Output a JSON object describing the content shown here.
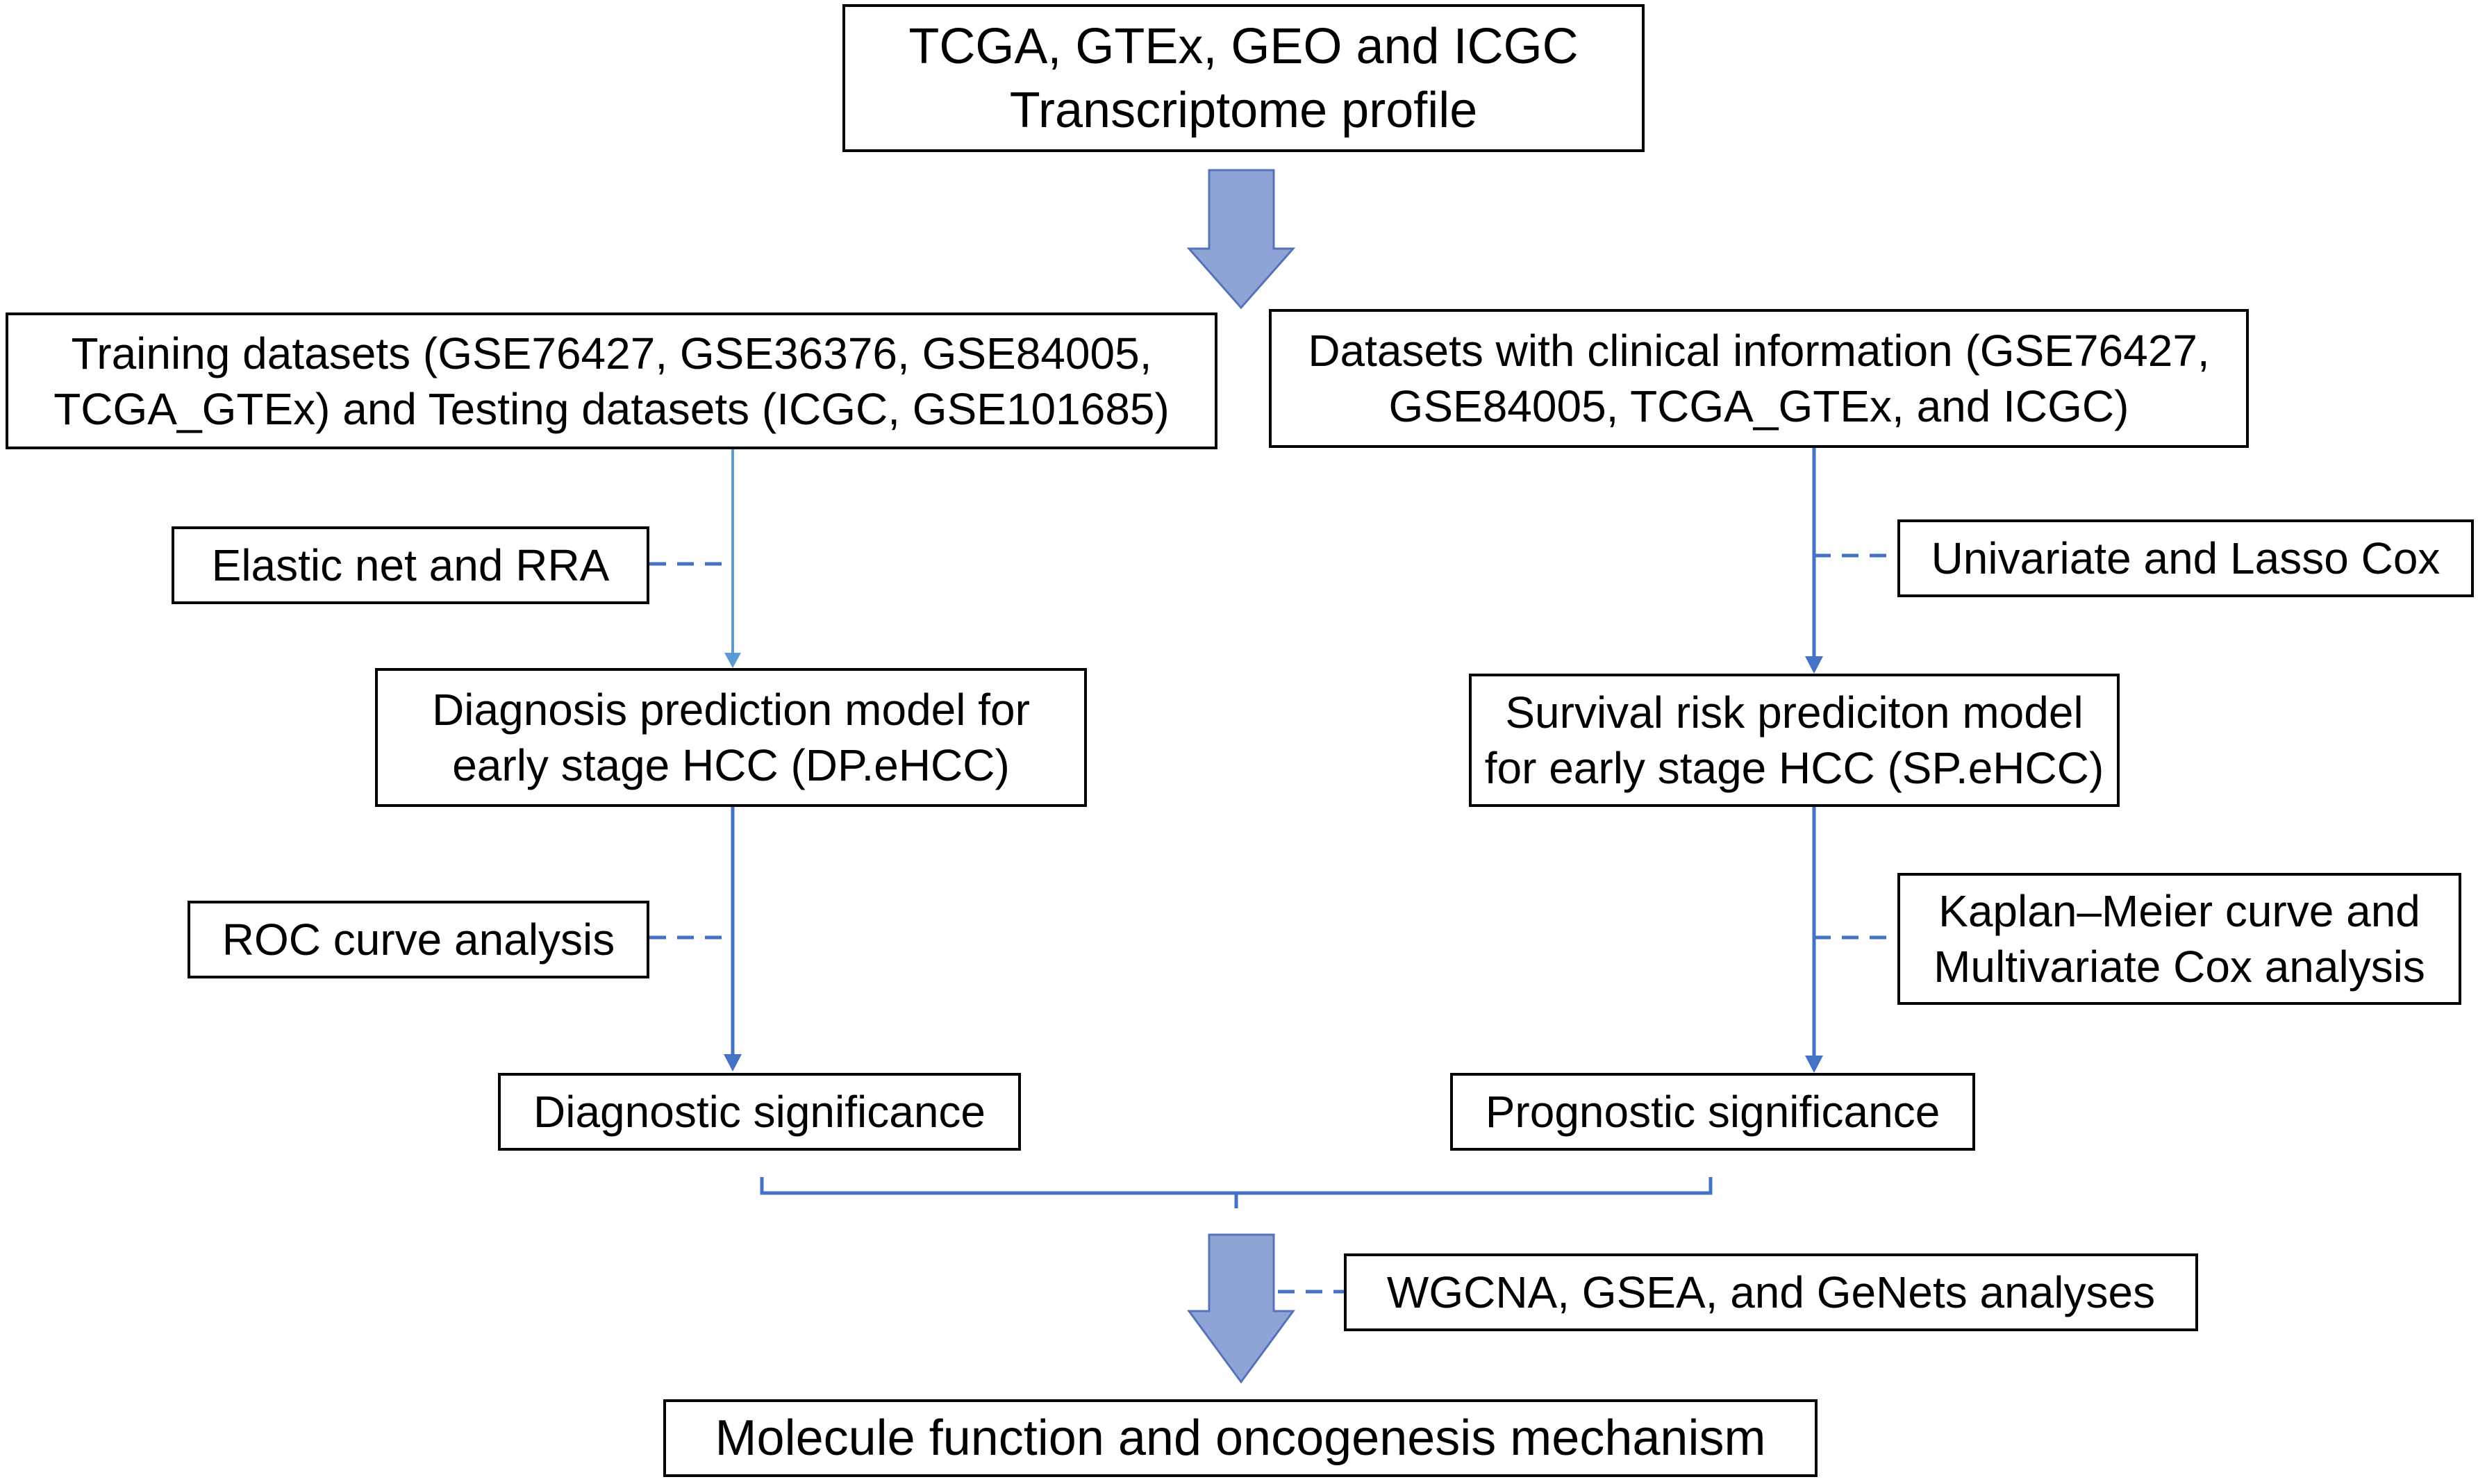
{
  "colors": {
    "arrow_fill": "#8fa4d6",
    "arrow_stroke": "#5672b8",
    "line": "#4472c4",
    "line_light": "#5b9bd5",
    "border": "#000000"
  },
  "nodes": {
    "source": {
      "lines": [
        "TCGA, GTEx, GEO and ICGC",
        "Transcriptome profile"
      ]
    },
    "training": {
      "lines": [
        "Training datasets (GSE76427, GSE36376, GSE84005,",
        "TCGA_GTEx) and Testing datasets (ICGC, GSE101685)"
      ]
    },
    "clinical": {
      "lines": [
        "Datasets with clinical information (GSE76427,",
        "GSE84005, TCGA_GTEx, and ICGC)"
      ]
    },
    "elastic": {
      "lines": [
        "Elastic net and RRA"
      ]
    },
    "univariate": {
      "lines": [
        "Univariate and Lasso Cox"
      ]
    },
    "dp_model": {
      "lines": [
        "Diagnosis prediction model for",
        "early stage HCC (DP.eHCC)"
      ]
    },
    "sp_model": {
      "lines": [
        "Survival risk prediciton model",
        "for early stage HCC (SP.eHCC)"
      ]
    },
    "roc": {
      "lines": [
        "ROC curve analysis"
      ]
    },
    "km": {
      "lines": [
        "Kaplan–Meier curve and",
        "Multivariate Cox analysis"
      ]
    },
    "diagnostic": {
      "lines": [
        "Diagnostic significance"
      ]
    },
    "prognostic": {
      "lines": [
        "Prognostic significance"
      ]
    },
    "wgcna": {
      "lines": [
        "WGCNA, GSEA, and GeNets analyses"
      ]
    },
    "molecule": {
      "lines": [
        "Molecule function and oncogenesis mechanism"
      ]
    }
  }
}
